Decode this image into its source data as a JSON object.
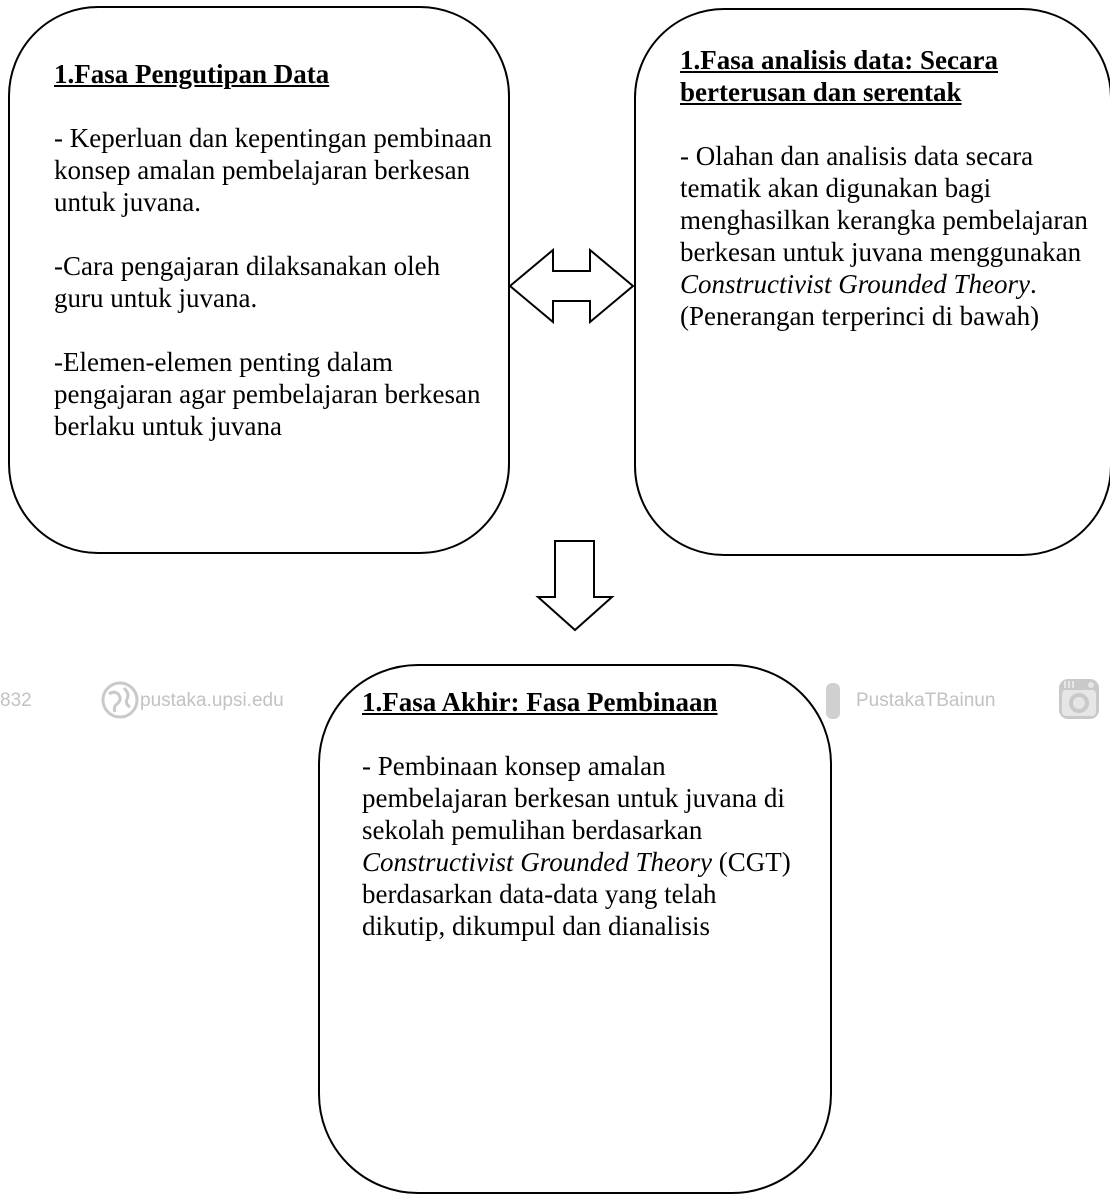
{
  "watermark": {
    "page_number": "832",
    "site": "pustaka.upsi.edu",
    "brand": "PustakaTBainun"
  },
  "boxes": {
    "collection": {
      "title": "1.Fasa Pengutipan Data",
      "items": [
        "- Keperluan dan kepentingan pembinaan konsep amalan pembelajaran berkesan untuk juvana.",
        "-Cara pengajaran dilaksanakan oleh guru untuk juvana.",
        "-Elemen-elemen penting dalam pengajaran agar pembelajaran berkesan berlaku untuk juvana"
      ]
    },
    "analysis": {
      "title": "1.Fasa analisis data: Secara berterusan dan serentak",
      "text_before": "- Olahan dan analisis data secara tematik akan digunakan bagi menghasilkan kerangka pembelajaran berkesan untuk juvana menggunakan",
      "text_italic": "Constructivist Grounded Theory",
      "text_after": ".",
      "note": "(Penerangan terperinci di bawah)"
    },
    "final": {
      "title": "1.Fasa Akhir: Fasa Pembinaan",
      "text_before": "- Pembinaan konsep amalan pembelajaran berkesan untuk juvana di sekolah pemulihan berdasarkan",
      "text_italic": "Constructivist Grounded Theory",
      "text_after": "(CGT) berdasarkan data-data yang telah dikutip, dikumpul dan dianalisis"
    }
  },
  "connectors": {
    "between_phases": "double-arrow",
    "to_final": "down-arrow"
  }
}
